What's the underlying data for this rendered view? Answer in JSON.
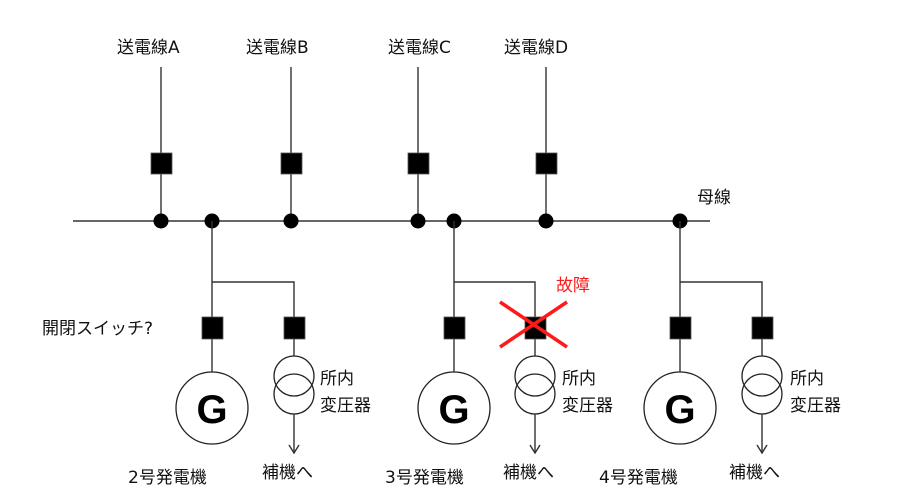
{
  "diagram": {
    "type": "single-line power station diagram",
    "bus_label": "母線",
    "switch_label": "開閉スイッチ?",
    "fault_label": "故障",
    "transmission_lines": [
      {
        "label": "送電線A"
      },
      {
        "label": "送電線B"
      },
      {
        "label": "送電線C"
      },
      {
        "label": "送電線D"
      }
    ],
    "units": [
      {
        "generator_symbol": "G",
        "generator_label": "2号発電機",
        "transformer_label_1": "所内",
        "transformer_label_2": "変圧器",
        "aux_label": "補機へ",
        "transformer_breaker_faulted": false
      },
      {
        "generator_symbol": "G",
        "generator_label": "3号発電機",
        "transformer_label_1": "所内",
        "transformer_label_2": "変圧器",
        "aux_label": "補機へ",
        "transformer_breaker_faulted": true
      },
      {
        "generator_symbol": "G",
        "generator_label": "4号発電機",
        "transformer_label_1": "所内",
        "transformer_label_2": "変圧器",
        "aux_label": "補機へ",
        "transformer_breaker_faulted": false
      }
    ],
    "colors": {
      "fault": "#ff1a1a",
      "line": "#333333",
      "breaker": "#000000"
    }
  }
}
